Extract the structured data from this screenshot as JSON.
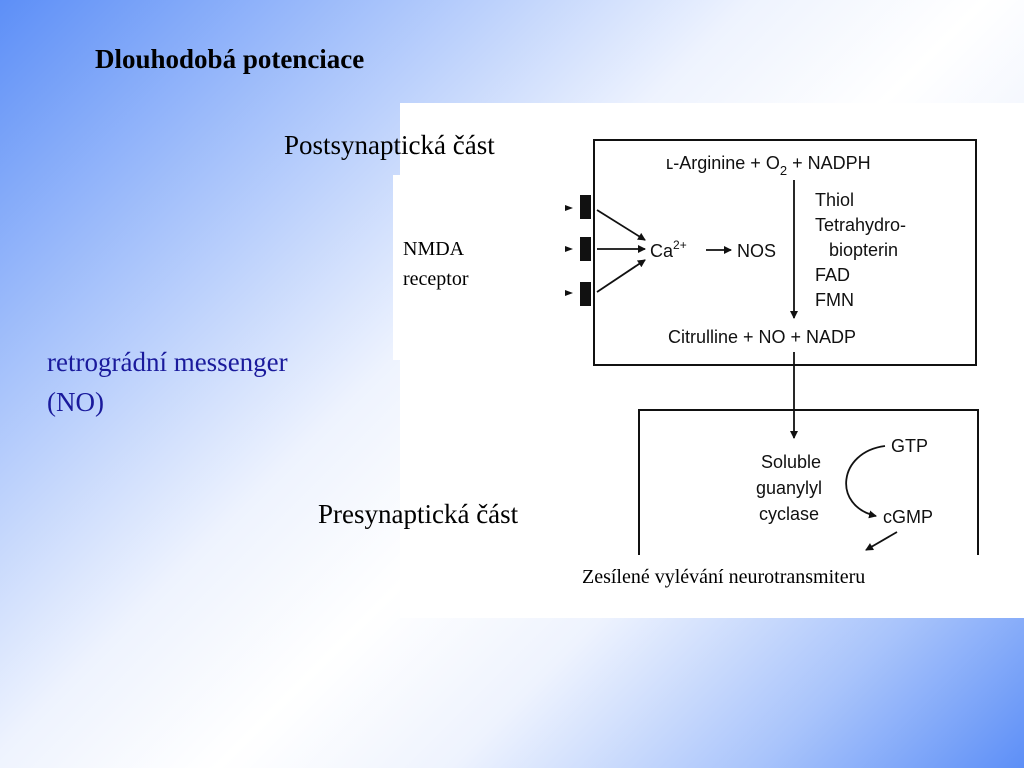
{
  "slide": {
    "title": "Dlouhodobá potenciace",
    "postsynaptic_label": "Postsynaptická část",
    "presynaptic_label": "Presynaptická část",
    "messenger_line1": "retrográdní messenger",
    "messenger_line2": "(NO)",
    "nmda_line1": "NMDA",
    "nmda_line2": "receptor",
    "release_label": "Zesílené vylévání neurotransmiteru"
  },
  "diagram": {
    "substrates": "ʟ-Arginine + O",
    "substrates_sub": "2",
    "substrates_tail": " + NADPH",
    "calcium": "Ca",
    "calcium_sup": "2+",
    "enzyme": "NOS",
    "cofactors": [
      "Thiol",
      "Tetrahydro-",
      "biopterin",
      "FAD",
      "FMN"
    ],
    "products": "Citrulline + NO + NADP",
    "cyclase": [
      "Soluble",
      "guanylyl",
      "cyclase"
    ],
    "gtp": "GTP",
    "cgmp": "cGMP"
  }
}
